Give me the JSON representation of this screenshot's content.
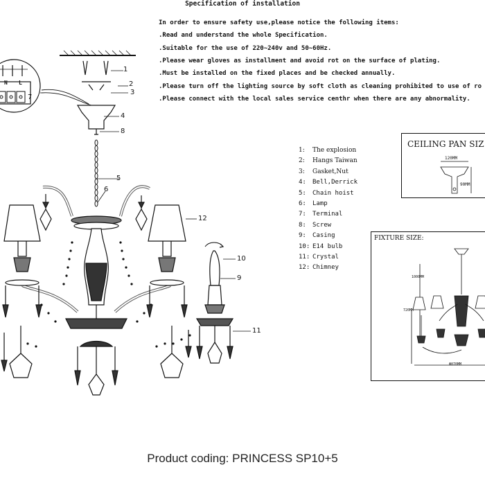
{
  "spec_title": "Specification of installation",
  "intro": "In order to ensure safety use,please notice the following items:",
  "notes": [
    ".Read and understand the whole Specification.",
    ".Suitable for the use of 220~240v and 50~60Hz.",
    ".Please wear gloves as installment and avoid rot on the surface of plating.",
    ".Must be installed on the fixed places and be checked annually.",
    ".Please turn off the lighting source by soft cloth as cleaning prohibited to use of ro",
    ".Please connect with the local sales service centhr when there are any abnormality."
  ],
  "parts": [
    {
      "num": "1:",
      "name": "The explosion"
    },
    {
      "num": "2:",
      "name": "Hangs Taiwan"
    },
    {
      "num": "3:",
      "name": "Gasket,Nut"
    },
    {
      "num": "4:",
      "name": "Bell,Derrick"
    },
    {
      "num": "5:",
      "name": "Chain hoist"
    },
    {
      "num": "6:",
      "name": "Lamp"
    },
    {
      "num": "7:",
      "name": "Terminal"
    },
    {
      "num": "8:",
      "name": "Screw"
    },
    {
      "num": "9:",
      "name": "Casing"
    },
    {
      "num": "10:",
      "name": "E14 bulb"
    },
    {
      "num": "11:",
      "name": "Crystal"
    },
    {
      "num": "12:",
      "name": "Chimney"
    }
  ],
  "callouts": [
    "1",
    "2",
    "3",
    "4",
    "8",
    "5",
    "6",
    "12",
    "10",
    "9",
    "11",
    "7"
  ],
  "terminal_labels": [
    "N",
    "L"
  ],
  "ceiling_pan": {
    "title": "CEILING PAN SIZ",
    "width": "120MM",
    "height": "90MM"
  },
  "fixture": {
    "title": "FIXTURE SIZE:",
    "height": "1000MM",
    "body_height": "720MM",
    "width": "Φ870MM"
  },
  "product_coding": "Product coding: PRINCESS SP10+5"
}
